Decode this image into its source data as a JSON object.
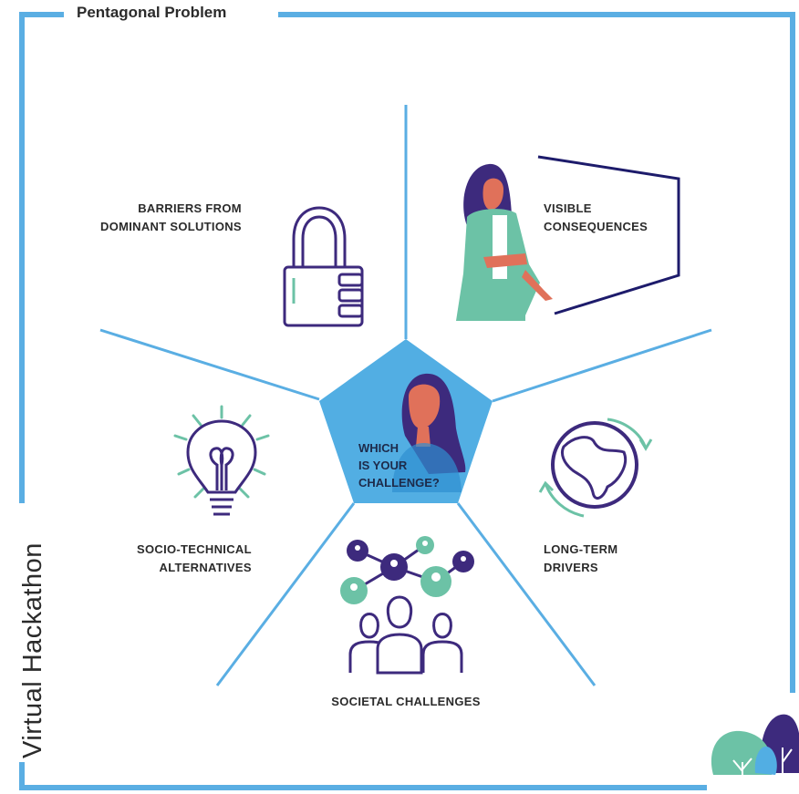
{
  "title": "Pentagonal Problem",
  "side_title": "Virtual Hackathon",
  "center_question": "WHICH\nIS YOUR\nCHALLENGE?",
  "segments": {
    "barriers": "BARRIERS FROM\nDOMINANT SOLUTIONS",
    "consequences": "VISIBLE\nCONSEQUENCES",
    "alternatives": "SOCIO-TECHNICAL\nALTERNATIVES",
    "drivers": "LONG-TERM\nDRIVERS",
    "societal": "SOCIETAL CHALLENGES"
  },
  "colors": {
    "frame": "#5aaee3",
    "pentagon": "#52aee3",
    "purple": "#3d2a7d",
    "teal": "#6cc2a6",
    "navy": "#1d1b6b",
    "skin": "#e0715a"
  },
  "icons": {
    "barriers": "padlock-icon",
    "consequences": "presenter-icon",
    "alternatives": "lightbulb-icon",
    "drivers": "globe-icon",
    "societal": "network-people-icon",
    "brand": "tree-logo-icon"
  }
}
